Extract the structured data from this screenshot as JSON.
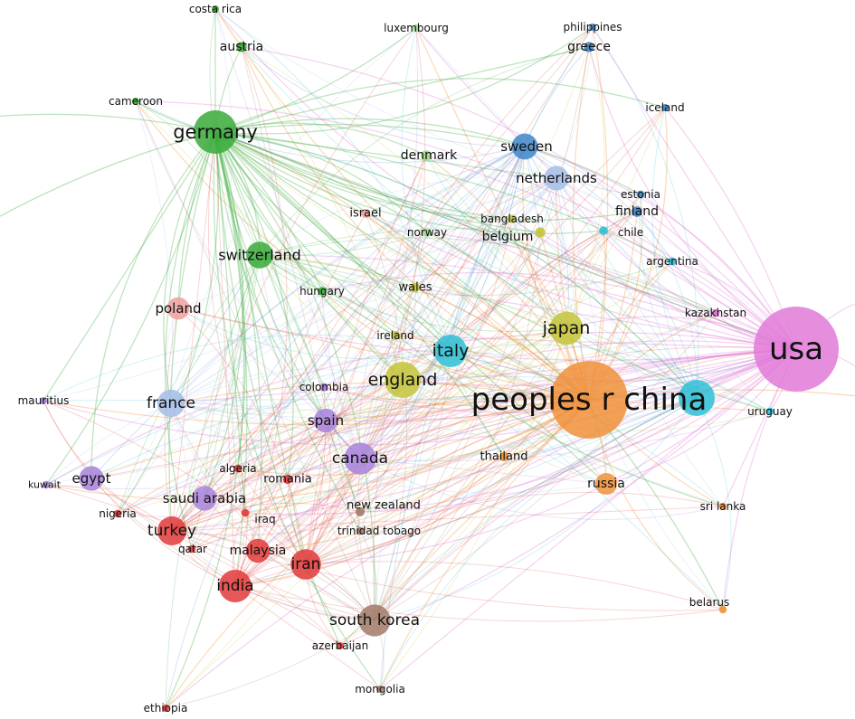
{
  "network": {
    "clusters": {
      "green": "#3aaa3a",
      "blue": "#3f86c9",
      "cyan": "#2ec0d6",
      "pink": "#e27ad8",
      "orange": "#f0913a",
      "red": "#e23a3a",
      "purple": "#a882dc",
      "olive": "#c3c43a",
      "brown": "#a27a68",
      "salmon": "#f0a0a0",
      "lightblue": "#a4bde6",
      "lightgreen": "#9fd98a"
    },
    "nodes": [
      {
        "id": "usa",
        "label": "usa",
        "cluster": "pink",
        "weight": 10,
        "fs": 34
      },
      {
        "id": "china",
        "label": "peoples r china",
        "cluster": "orange",
        "weight": 9,
        "fs": 34
      },
      {
        "id": "germany",
        "label": "germany",
        "cluster": "green",
        "weight": 5,
        "fs": 21
      },
      {
        "id": "cyanbig",
        "label": "",
        "cluster": "cyan",
        "weight": 4,
        "fs": 0
      },
      {
        "id": "japan",
        "label": "japan",
        "cluster": "olive",
        "weight": 3.6,
        "fs": 19
      },
      {
        "id": "italy",
        "label": "italy",
        "cluster": "cyan",
        "weight": 3.5,
        "fs": 19
      },
      {
        "id": "england",
        "label": "england",
        "cluster": "olive",
        "weight": 4,
        "fs": 19
      },
      {
        "id": "canada",
        "label": "canada",
        "cluster": "purple",
        "weight": 3.4,
        "fs": 17
      },
      {
        "id": "southkorea",
        "label": "south korea",
        "cluster": "brown",
        "weight": 3.4,
        "fs": 17
      },
      {
        "id": "india",
        "label": "india",
        "cluster": "red",
        "weight": 3.5,
        "fs": 17
      },
      {
        "id": "iran",
        "label": "iran",
        "cluster": "red",
        "weight": 3.2,
        "fs": 17
      },
      {
        "id": "turkey",
        "label": "turkey",
        "cluster": "red",
        "weight": 3.0,
        "fs": 17
      },
      {
        "id": "france",
        "label": "france",
        "cluster": "lightblue",
        "weight": 2.8,
        "fs": 17
      },
      {
        "id": "switzerland",
        "label": "switzerland",
        "cluster": "green",
        "weight": 2.7,
        "fs": 16
      },
      {
        "id": "sweden",
        "label": "sweden",
        "cluster": "blue",
        "weight": 2.6,
        "fs": 15
      },
      {
        "id": "netherlands",
        "label": "netherlands",
        "cluster": "lightblue",
        "weight": 2.4,
        "fs": 15
      },
      {
        "id": "spain",
        "label": "spain",
        "cluster": "purple",
        "weight": 2.3,
        "fs": 15
      },
      {
        "id": "egypt",
        "label": "egypt",
        "cluster": "purple",
        "weight": 2.4,
        "fs": 15
      },
      {
        "id": "saudiarabia",
        "label": "saudi arabia",
        "cluster": "purple",
        "weight": 2.4,
        "fs": 15
      },
      {
        "id": "malaysia",
        "label": "malaysia",
        "cluster": "red",
        "weight": 2.3,
        "fs": 14
      },
      {
        "id": "russia",
        "label": "russia",
        "cluster": "orange",
        "weight": 2.0,
        "fs": 14
      },
      {
        "id": "poland",
        "label": "poland",
        "cluster": "salmon",
        "weight": 2.1,
        "fs": 15
      },
      {
        "id": "finland",
        "label": "finland",
        "cluster": "blue",
        "weight": 1.9,
        "fs": 14
      },
      {
        "id": "denmark",
        "label": "denmark",
        "cluster": "lightgreen",
        "weight": 1.9,
        "fs": 14
      },
      {
        "id": "austria",
        "label": "austria",
        "cluster": "green",
        "weight": 1.8,
        "fs": 14
      },
      {
        "id": "greece",
        "label": "greece",
        "cluster": "blue",
        "weight": 1.8,
        "fs": 14
      },
      {
        "id": "belgium",
        "label": "belgium",
        "cluster": "olive",
        "weight": 1.8,
        "fs": 14
      },
      {
        "id": "wales",
        "label": "wales",
        "cluster": "olive",
        "weight": 1.6,
        "fs": 13
      },
      {
        "id": "romania",
        "label": "romania",
        "cluster": "red",
        "weight": 1.6,
        "fs": 13
      },
      {
        "id": "thailand",
        "label": "thailand",
        "cluster": "orange",
        "weight": 1.6,
        "fs": 13
      },
      {
        "id": "newzealand",
        "label": "new zealand",
        "cluster": "brown",
        "weight": 1.5,
        "fs": 13
      },
      {
        "id": "israel",
        "label": "israel",
        "cluster": "salmon",
        "weight": 1.5,
        "fs": 13
      },
      {
        "id": "ireland",
        "label": "ireland",
        "cluster": "olive",
        "weight": 1.5,
        "fs": 12
      },
      {
        "id": "norway",
        "label": "norway",
        "cluster": "lightgreen",
        "weight": 1.4,
        "fs": 12
      },
      {
        "id": "hungary",
        "label": "hungary",
        "cluster": "green",
        "weight": 1.4,
        "fs": 12
      },
      {
        "id": "colombia",
        "label": "colombia",
        "cluster": "purple",
        "weight": 1.3,
        "fs": 12
      },
      {
        "id": "bangladesh",
        "label": "bangladesh",
        "cluster": "olive",
        "weight": 1.3,
        "fs": 12
      },
      {
        "id": "chile",
        "label": "chile",
        "cluster": "cyan",
        "weight": 1.4,
        "fs": 12
      },
      {
        "id": "estonia",
        "label": "estonia",
        "cluster": "blue",
        "weight": 1.2,
        "fs": 12
      },
      {
        "id": "argentina",
        "label": "argentina",
        "cluster": "cyan",
        "weight": 1.2,
        "fs": 12
      },
      {
        "id": "kazakhstan",
        "label": "kazakhstan",
        "cluster": "pink",
        "weight": 1.2,
        "fs": 12
      },
      {
        "id": "uruguay",
        "label": "uruguay",
        "cluster": "cyan",
        "weight": 1.1,
        "fs": 12
      },
      {
        "id": "srilanka",
        "label": "sri lanka",
        "cluster": "orange",
        "weight": 1.1,
        "fs": 12
      },
      {
        "id": "belarus",
        "label": "belarus",
        "cluster": "orange",
        "weight": 1.1,
        "fs": 12
      },
      {
        "id": "algeria",
        "label": "algeria",
        "cluster": "red",
        "weight": 1.2,
        "fs": 12
      },
      {
        "id": "iraq",
        "label": "iraq",
        "cluster": "red",
        "weight": 1.2,
        "fs": 12
      },
      {
        "id": "trinidad",
        "label": "trinidad tobago",
        "cluster": "brown",
        "weight": 1.1,
        "fs": 12
      },
      {
        "id": "qatar",
        "label": "qatar",
        "cluster": "red",
        "weight": 1.1,
        "fs": 12
      },
      {
        "id": "nigeria",
        "label": "nigeria",
        "cluster": "red",
        "weight": 1.1,
        "fs": 12
      },
      {
        "id": "kuwait",
        "label": "kuwait",
        "cluster": "purple",
        "weight": 1.1,
        "fs": 11
      },
      {
        "id": "mauritius",
        "label": "mauritius",
        "cluster": "purple",
        "weight": 1.0,
        "fs": 12
      },
      {
        "id": "azerbaijan",
        "label": "azerbaijan",
        "cluster": "red",
        "weight": 1.0,
        "fs": 12
      },
      {
        "id": "mongolia",
        "label": "mongolia",
        "cluster": "brown",
        "weight": 1.0,
        "fs": 12
      },
      {
        "id": "ethiopia",
        "label": "ethiopia",
        "cluster": "red",
        "weight": 1.0,
        "fs": 12
      },
      {
        "id": "cameroon",
        "label": "cameroon",
        "cluster": "green",
        "weight": 1.0,
        "fs": 12
      },
      {
        "id": "costarica",
        "label": "costa rica",
        "cluster": "green",
        "weight": 1.0,
        "fs": 12
      },
      {
        "id": "luxembourg",
        "label": "luxembourg",
        "cluster": "lightgreen",
        "weight": 1.0,
        "fs": 12
      },
      {
        "id": "philippines",
        "label": "philippines",
        "cluster": "blue",
        "weight": 1.0,
        "fs": 12
      },
      {
        "id": "iceland",
        "label": "iceland",
        "cluster": "blue",
        "weight": 1.0,
        "fs": 12
      }
    ]
  }
}
